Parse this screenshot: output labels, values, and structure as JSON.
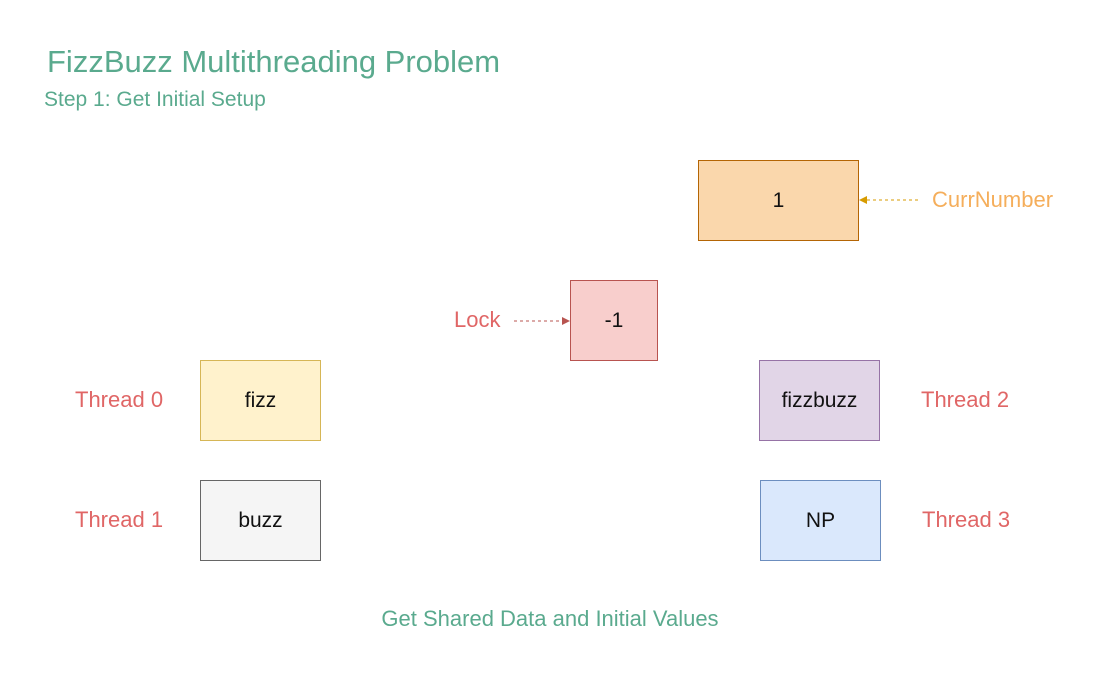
{
  "header": {
    "title": "FizzBuzz Multithreading Problem",
    "subtitle": "Step 1: Get Initial Setup"
  },
  "diagram": {
    "curr_number": {
      "value": "1",
      "label": "CurrNumber",
      "fill": "#fad7ac",
      "stroke": "#b46504",
      "label_color": "#f5ae5b"
    },
    "lock": {
      "value": "-1",
      "label": "Lock",
      "fill": "#f8cecc",
      "stroke": "#b85450",
      "label_color": "#e06666"
    },
    "threads": [
      {
        "label": "Thread 0",
        "value": "fizz",
        "fill": "#fff2cc",
        "stroke": "#d6b656"
      },
      {
        "label": "Thread 1",
        "value": "buzz",
        "fill": "#f5f5f5",
        "stroke": "#666666"
      },
      {
        "label": "Thread 2",
        "value": "fizzbuzz",
        "fill": "#e1d5e7",
        "stroke": "#9673a6"
      },
      {
        "label": "Thread 3",
        "value": "NP",
        "fill": "#dae8fc",
        "stroke": "#6c8ebf"
      }
    ],
    "thread_label_color": "#e06666"
  },
  "caption": "Get Shared Data and Initial Values"
}
